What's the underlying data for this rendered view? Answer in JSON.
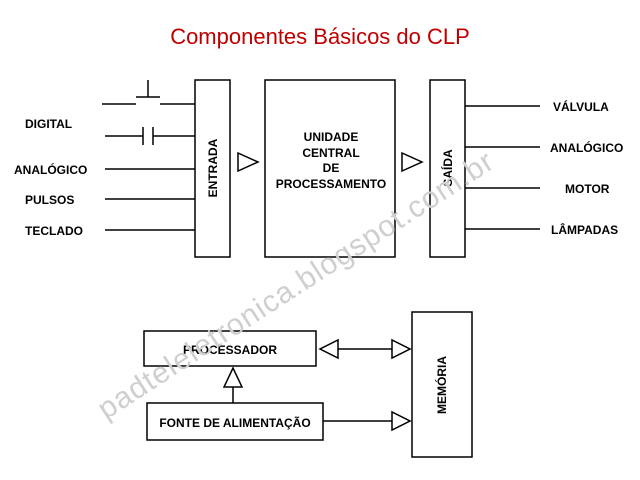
{
  "title": "Componentes Básicos do CLP",
  "inputs": {
    "digital": "DIGITAL",
    "analogico": "ANALÓGICO",
    "pulsos": "PULSOS",
    "teclado": "TECLADO"
  },
  "blocks": {
    "entrada": "ENTRADA",
    "cpu_line1": "UNIDADE",
    "cpu_line2": "CENTRAL",
    "cpu_line3": "DE",
    "cpu_line4": "PROCESSAMENTO",
    "saida": "SAÍDA",
    "processador": "PROCESSADOR",
    "fonte": "FONTE DE ALIMENTAÇÃO",
    "memoria": "MEMÓRIA"
  },
  "outputs": {
    "valvula": "VÁLVULA",
    "analogico": "ANALÓGICO",
    "motor": "MOTOR",
    "lampadas": "LÂMPADAS"
  },
  "watermark": "padteleletronica.blogspot.com.br"
}
